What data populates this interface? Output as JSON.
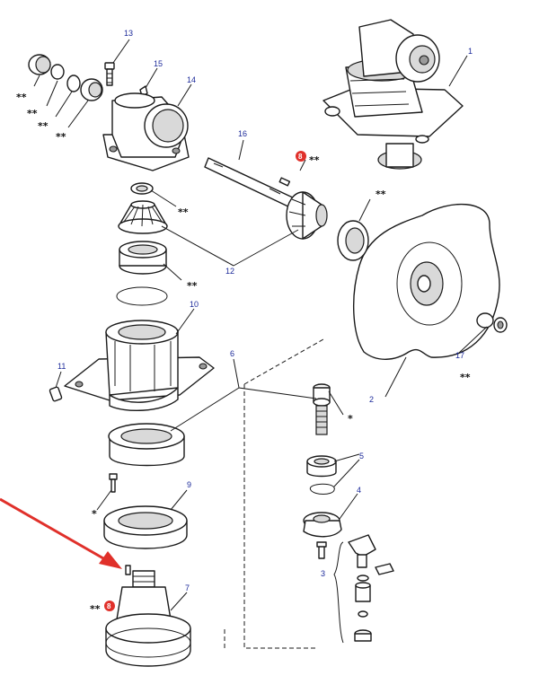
{
  "callouts": {
    "n1": "1",
    "n2": "2",
    "n3": "3",
    "n4": "4",
    "n5": "5",
    "n6": "6",
    "n7": "7",
    "n8": "8",
    "n9": "9",
    "n10": "10",
    "n11": "11",
    "n12": "12",
    "n13": "13",
    "n14": "14",
    "n15": "15",
    "n16": "16",
    "n17": "17"
  },
  "marks": {
    "double": "**",
    "single": "*"
  },
  "colors": {
    "callout_number": "#1c2a9a",
    "highlight_badge": "#e0302a",
    "arrow": "#e0302a",
    "line": "#1a1a1a"
  }
}
